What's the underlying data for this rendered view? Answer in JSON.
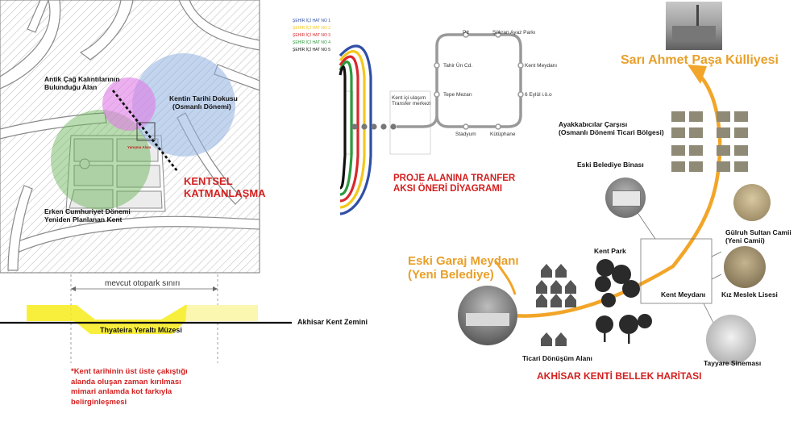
{
  "map_left": {
    "antik": [
      "Antik Çağ Kalıntılarının",
      "Bulunduğu Alan"
    ],
    "osmanli": [
      "Kentin Tarihi Dokusu",
      "(Osmanlı Dönemi)"
    ],
    "yarisma": "Yarışma Alanı",
    "kentsel": [
      "KENTSEL",
      "KATMANLAŞMA"
    ],
    "erken": [
      "Erken Cumhuriyet Dönemi",
      "Yeniden Planlanan Kent"
    ]
  },
  "section": {
    "otopark": "mevcut otopark sınırı",
    "ground": "Akhisar Kent Zemini",
    "muze": "Thyateira Yeraltı Müzesi",
    "note": [
      "*Kent tarihinin üst üste çakıştığı",
      "alanda oluşan zaman kırılması",
      "mimari anlamda kot farkıyla",
      "belirginleşmesi"
    ]
  },
  "transfer": {
    "lines": [
      "ŞEHİR İÇİ HAT NO 1",
      "ŞEHİR İÇİ HAT NO 2",
      "ŞEHİR İÇİ HAT NO 3",
      "ŞEHİR İÇİ HAT NO 4",
      "ŞEHİR İÇİ HAT NO 5"
    ],
    "line_colors": [
      "#2f4fa6",
      "#f2c81e",
      "#d8282c",
      "#2e9a3e",
      "#111111"
    ],
    "stops": {
      "ptt": "Ptt",
      "sukran": "Şükran Ayaz Parkı",
      "tahir": "Tahir Ün Cd.",
      "kent_meydani": "Kent Meydanı",
      "tepe": "Tepe Mezarı",
      "eylul": "6 Eylül i.ö.o",
      "stadyum": "Stadyum",
      "kutuphane": "Kütüphane"
    },
    "center": [
      "Kent içi ulaşım",
      "Transfer merkezi"
    ],
    "title": [
      "PROJE ALANINA TRANFER",
      "AKSI ÖNERİ DİYAGRAMI"
    ]
  },
  "memory": {
    "sari": "Sarı Ahmet Paşa Külliyesi",
    "ayakkabi": [
      "Ayakkabıcılar Çarşısı",
      "(Osmanlı Dönemi Ticari Bölgesi)"
    ],
    "belediye": "Eski Belediye Binası",
    "gulruh": [
      "Gülruh Sultan Camii",
      "(Yeni Camii)"
    ],
    "kentpark": "Kent Park",
    "garaj": [
      "Eski Garaj Meydanı",
      "(Yeni Belediye)"
    ],
    "kizmeslek": "Kız Meslek Lisesi",
    "kentmeydani": "Kent Meydanı",
    "ticari": "Ticari Dönüşüm Alanı",
    "tayyare": "Tayyare Sineması",
    "title": "AKHİSAR KENTİ BELLEK HARİTASI"
  }
}
